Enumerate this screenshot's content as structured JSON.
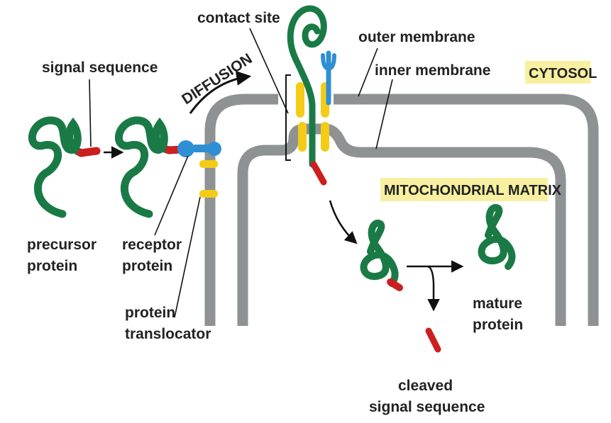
{
  "labels": {
    "signal_sequence": "signal sequence",
    "diffusion": "DIFFUSION",
    "contact_site": "contact site",
    "outer_membrane": "outer membrane",
    "inner_membrane": "inner membrane",
    "cytosol": "CYTOSOL",
    "mitochondrial_matrix": "MITOCHONDRIAL MATRIX",
    "precursor_line1": "precursor",
    "precursor_line2": "protein",
    "receptor_line1": "receptor",
    "receptor_line2": "protein",
    "translocator_line1": "protein",
    "translocator_line2": "translocator",
    "mature_line1": "mature",
    "mature_line2": "protein",
    "cleaved_line1": "cleaved",
    "cleaved_line2": "signal sequence"
  },
  "colors": {
    "protein": "#1a7a46",
    "signal": "#cc1f1f",
    "membrane": "#8e9292",
    "translocator": "#f4cc18",
    "receptor": "#2f8fd4",
    "label_box": "#f7f0a0"
  }
}
